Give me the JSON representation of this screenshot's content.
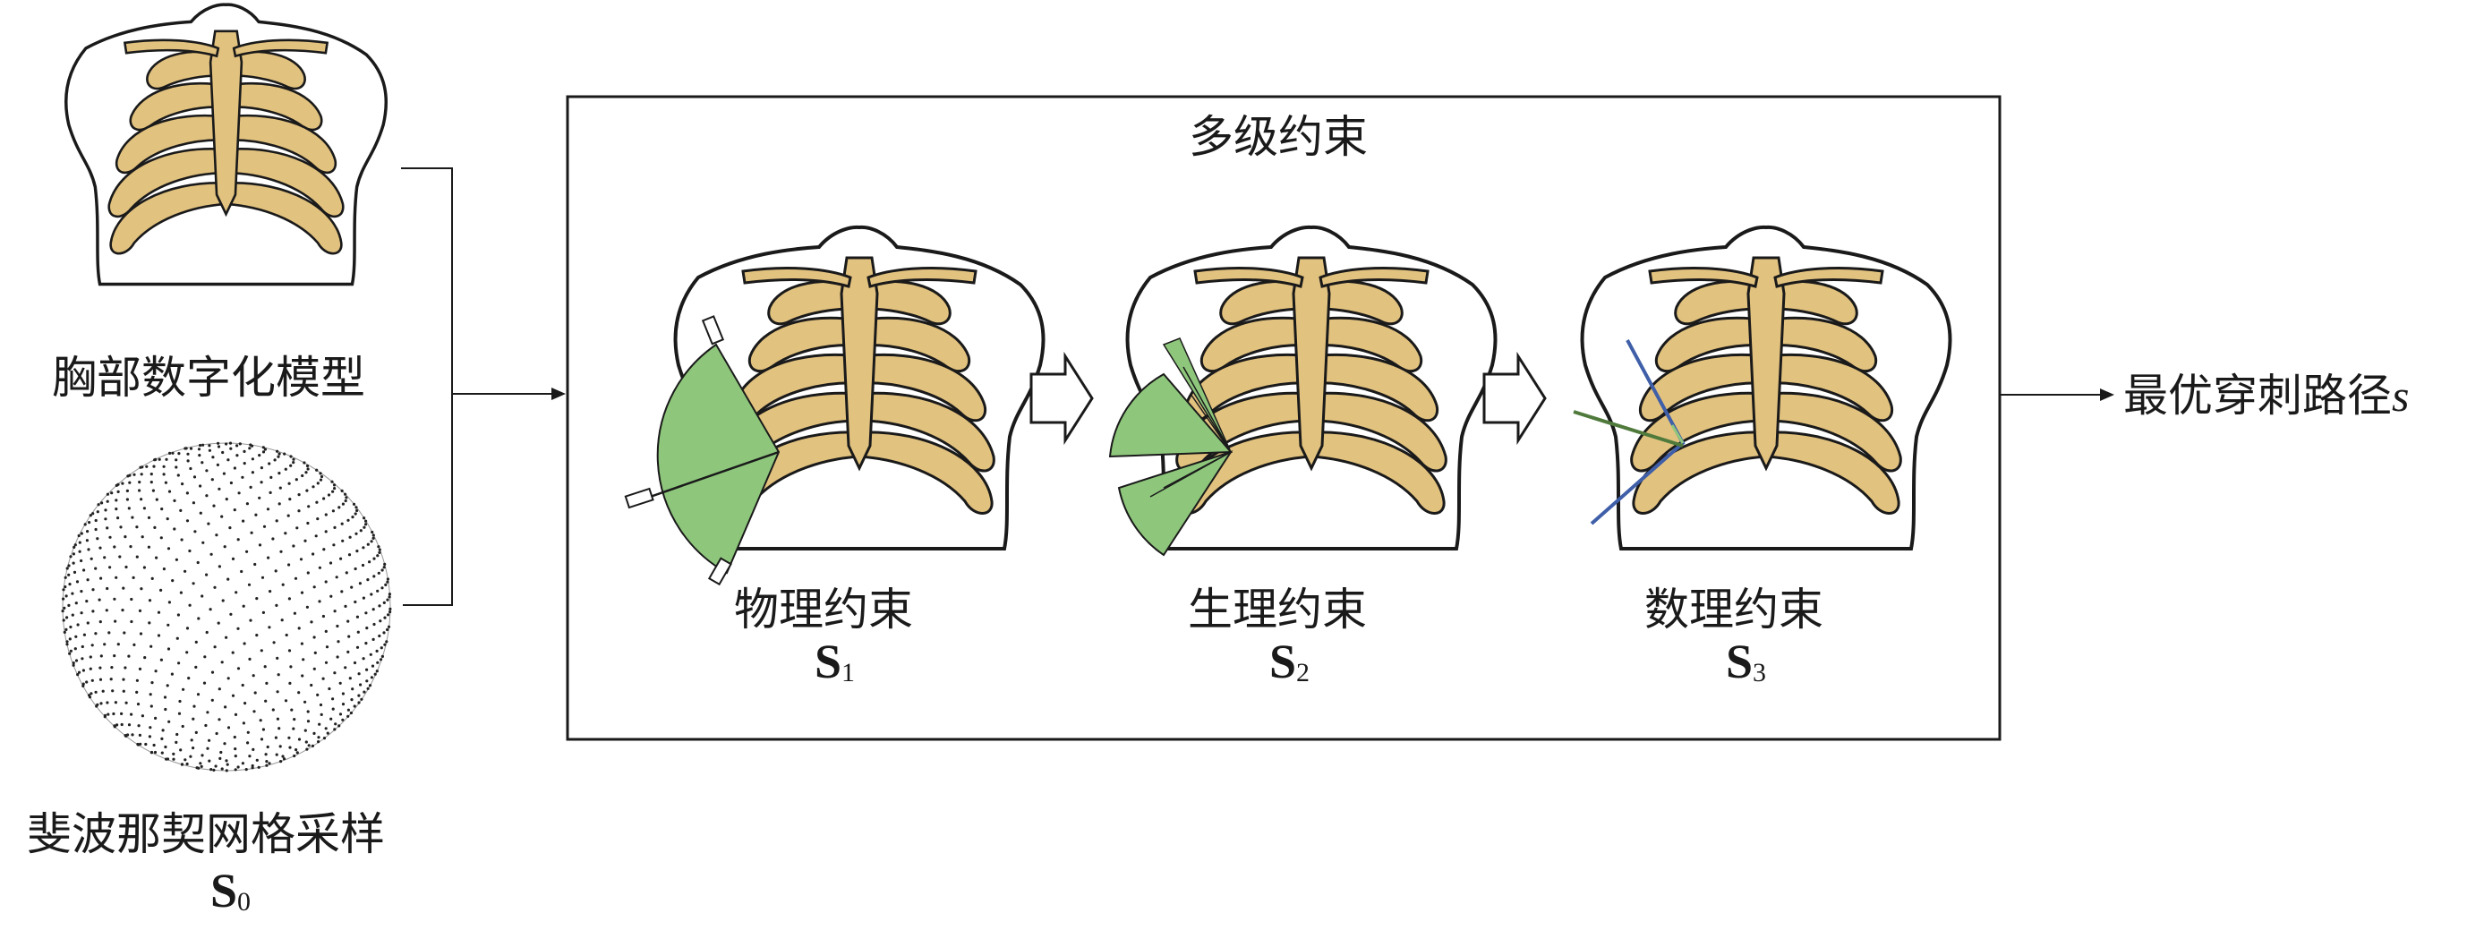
{
  "inputs": {
    "model_label": "胸部数字化模型",
    "sampling_label": "斐波那契网格采样",
    "sampling_symbol": "S",
    "sampling_subscript": "0"
  },
  "box": {
    "title": "多级约束"
  },
  "stages": [
    {
      "label": "物理约束",
      "symbol": "S",
      "subscript": "1"
    },
    {
      "label": "生理约束",
      "symbol": "S",
      "subscript": "2"
    },
    {
      "label": "数理约束",
      "symbol": "S",
      "subscript": "3"
    }
  ],
  "output": {
    "label": "最优穿刺路径",
    "symbol": "s"
  },
  "colors": {
    "bone": "#e2c27f",
    "outline": "#1a1a1a",
    "sector": "#8ec77c",
    "path_blue": "#3f5fa8",
    "path_green": "#4f7a3c"
  }
}
